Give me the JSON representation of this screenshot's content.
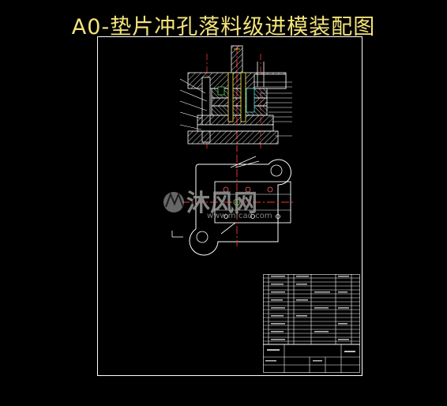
{
  "title": "A0-垫片冲孔落料级进模装配图",
  "watermark": {
    "logo_text": "沐风网",
    "url_text": "www.mfcad.com"
  },
  "colors": {
    "background": "#000000",
    "title": "#f3e37a",
    "frame": "#ffffff",
    "centerline": "#ff3030",
    "hatch": "#d8d8d8",
    "accent_yellow": "#ffee55",
    "accent_cyan": "#44dddd",
    "accent_green": "#55dd55",
    "watermark": "#9a9a9a"
  }
}
